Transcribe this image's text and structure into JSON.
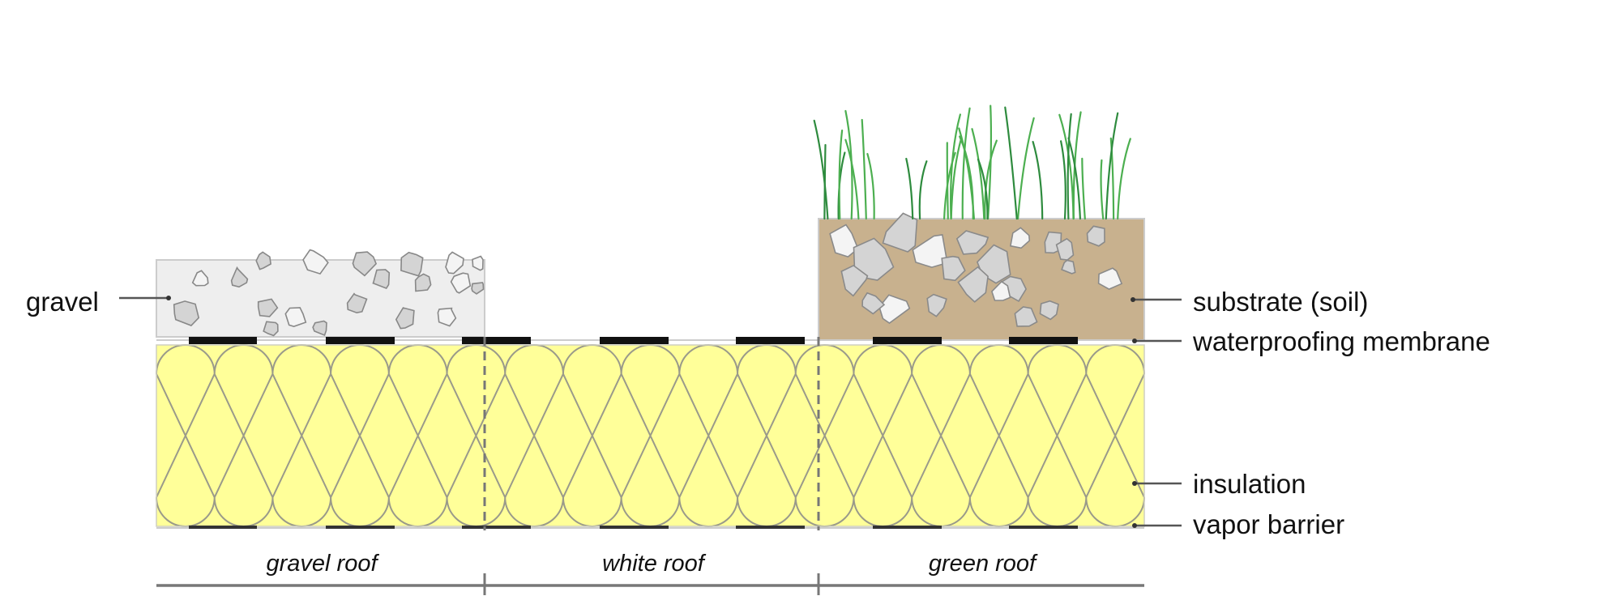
{
  "labels": {
    "gravel": "gravel",
    "substrate": "substrate (soil)",
    "membrane": "waterproofing membrane",
    "insulation": "insulation",
    "vapor_barrier": "vapor barrier"
  },
  "sections": {
    "gravel_roof": "gravel roof",
    "white_roof": "white roof",
    "green_roof": "green roof"
  },
  "colors": {
    "insulation_fill": "#ffff99",
    "insulation_line": "#9a9a8a",
    "gravel_bed": "#eeeeee",
    "stone_fill": "#d4d4d4",
    "stone_light": "#f4f4f4",
    "soil": "#c8b18e",
    "grass": "#4caf50",
    "membrane_dash": "#111111",
    "leader": "#555555",
    "divider": "#777777"
  }
}
